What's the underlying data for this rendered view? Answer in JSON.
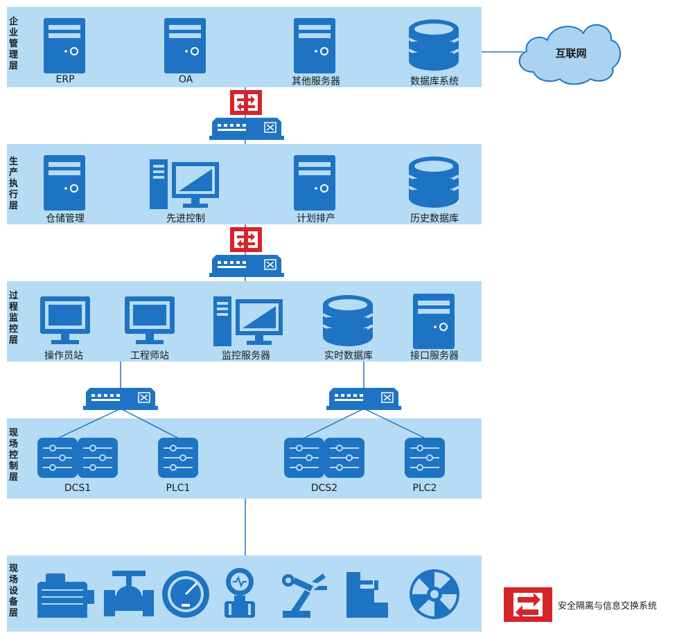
{
  "colors": {
    "band": "#b5dcf4",
    "icon": "#1f73c3",
    "gateway": "#d6242a",
    "line": "#1f73c3",
    "cloud": "#a9d3f0"
  },
  "layers": {
    "enterprise": {
      "title": "企业管理层",
      "nodes": [
        "ERP",
        "OA",
        "其他服务器",
        "数据库系统"
      ]
    },
    "mes": {
      "title": "生产执行层",
      "nodes": [
        "仓储管理",
        "先进控制",
        "计划排产",
        "历史数据库"
      ]
    },
    "monitor": {
      "title": "过程监控层",
      "nodes": [
        "操作员站",
        "工程师站",
        "监控服务器",
        "实时数据库",
        "接口服务器"
      ]
    },
    "control": {
      "title": "现场控制层",
      "nodes": [
        "DCS1",
        "PLC1",
        "DCS2",
        "PLC2"
      ]
    },
    "device": {
      "title": "现场设备层",
      "icons": [
        "motor-icon",
        "valve-icon",
        "gauge-icon",
        "pressure-sensor-icon",
        "robot-arm-icon",
        "machine-tool-icon",
        "fan-icon"
      ]
    }
  },
  "internet": "互联网",
  "legend": {
    "label": "安全隔离与信息交换系统"
  }
}
